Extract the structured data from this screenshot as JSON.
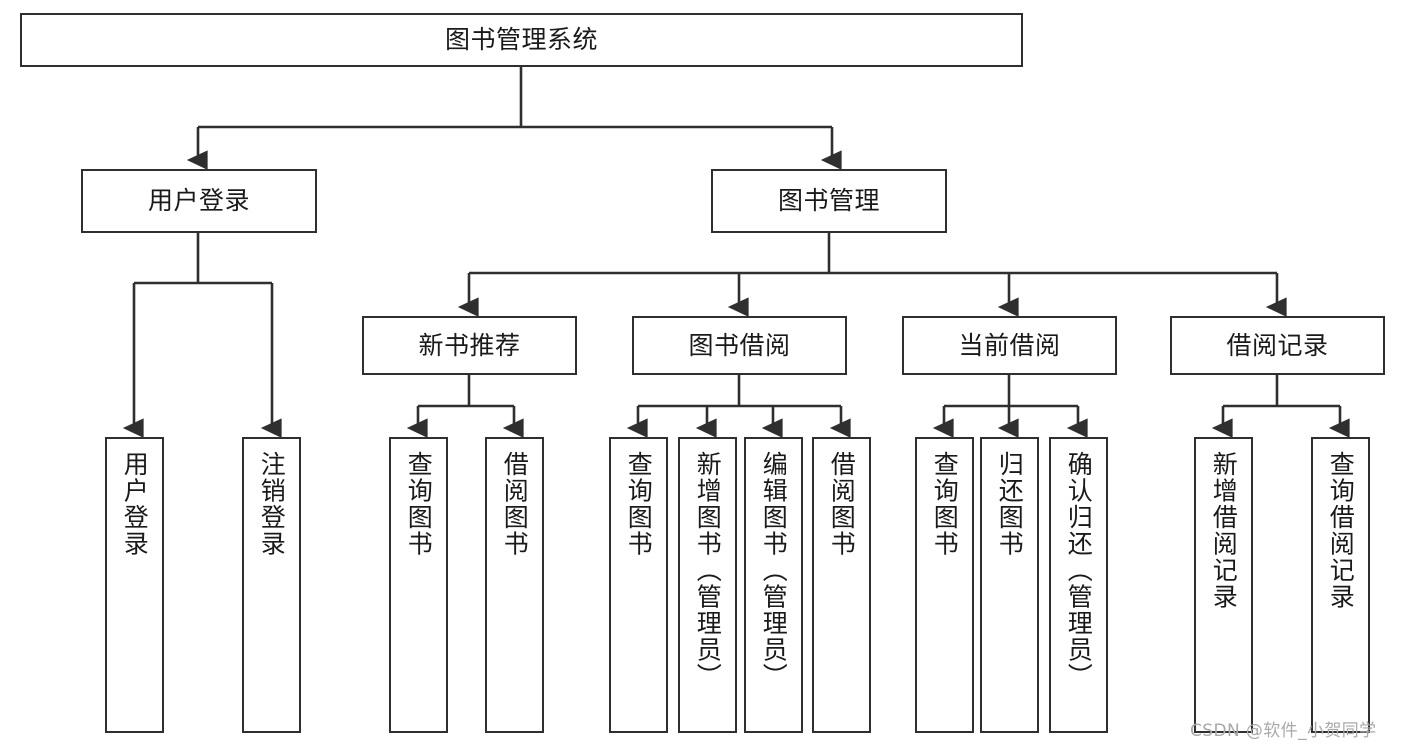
{
  "diagram": {
    "type": "tree-hierarchy",
    "title": "图书管理系统",
    "orientation": "top-down",
    "colors": {
      "box_border": "#2f2f2f",
      "box_fill": "#ffffff",
      "connector": "#2f2f2f",
      "text": "#1a1a1a",
      "watermark": "#a9a9a9",
      "background": "#ffffff"
    }
  },
  "nodes": {
    "root": {
      "label": "图书管理系统",
      "level": 0,
      "orientation": "horizontal"
    },
    "level1": [
      {
        "id": "user-login",
        "label": "用户登录"
      },
      {
        "id": "book-management",
        "label": "图书管理"
      }
    ],
    "level2": [
      {
        "id": "new-book-recommend",
        "label": "新书推荐"
      },
      {
        "id": "book-borrow",
        "label": "图书借阅"
      },
      {
        "id": "current-borrow",
        "label": "当前借阅"
      },
      {
        "id": "borrow-record",
        "label": "借阅记录"
      }
    ],
    "leaves": {
      "user-login": [
        {
          "id": "leaf-user-login",
          "label": "用户登录"
        },
        {
          "id": "leaf-user-logout",
          "label": "注销登录"
        }
      ],
      "new-book-recommend": [
        {
          "id": "leaf-query-book-1",
          "label": "查询图书"
        },
        {
          "id": "leaf-borrow-book-1",
          "label": "借阅图书"
        }
      ],
      "book-borrow": [
        {
          "id": "leaf-query-book-2",
          "label": "查询图书"
        },
        {
          "id": "leaf-add-book",
          "label": "新增图书（管理员）"
        },
        {
          "id": "leaf-edit-book",
          "label": "编辑图书（管理员）"
        },
        {
          "id": "leaf-borrow-book-2",
          "label": "借阅图书"
        }
      ],
      "current-borrow": [
        {
          "id": "leaf-query-book-3",
          "label": "查询图书"
        },
        {
          "id": "leaf-return-book",
          "label": "归还图书"
        },
        {
          "id": "leaf-confirm-return",
          "label": "确认归还（管理员）"
        }
      ],
      "borrow-record": [
        {
          "id": "leaf-add-record",
          "label": "新增借阅记录"
        },
        {
          "id": "leaf-query-record",
          "label": "查询借阅记录"
        }
      ]
    }
  },
  "watermark": {
    "text": "CSDN @软件_小贺同学"
  }
}
